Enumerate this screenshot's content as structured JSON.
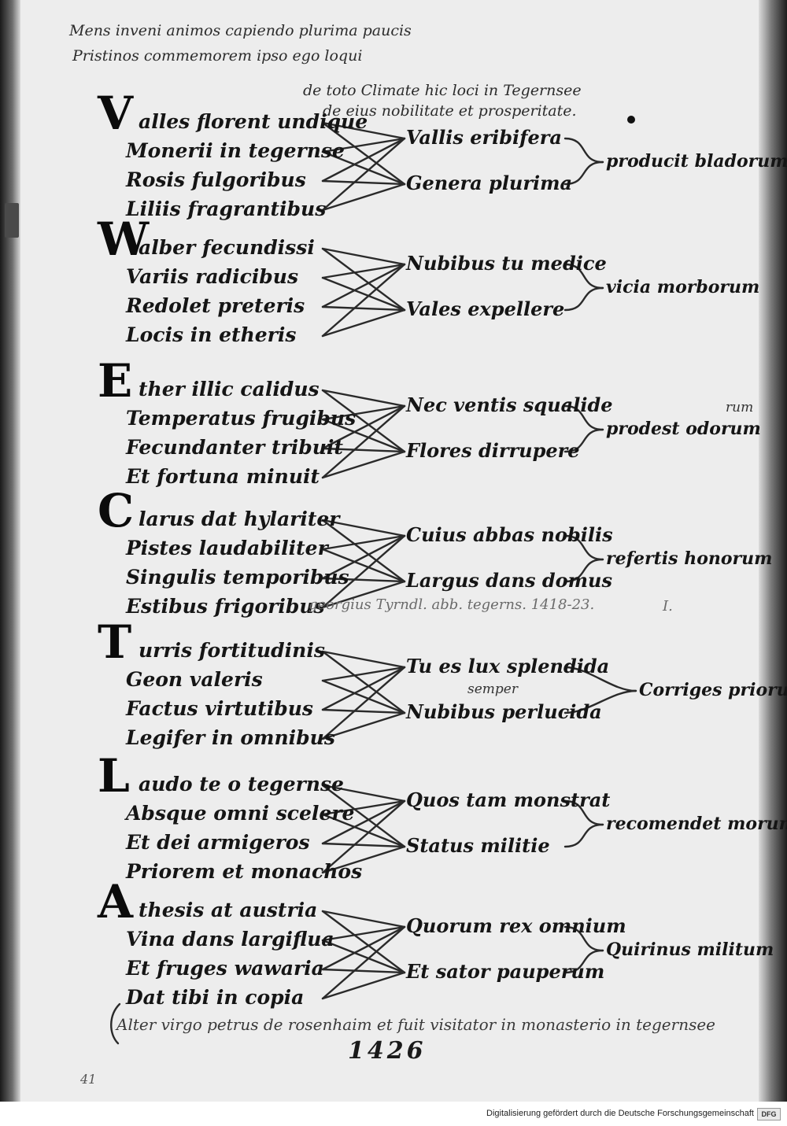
{
  "header": {
    "line1": "Mens inveni animos capiendo plurima paucis",
    "line2": "Pristinos commemorem ipso ego loqui",
    "line3": "de toto Climate hic loci in Tegernsee",
    "line4": "de eius nobilitate et prosperitate."
  },
  "stanzas": [
    {
      "initial": "V",
      "lines": [
        "alles florent undique",
        "Monerii in tegernse",
        "Rosis fulgoribus",
        "Liliis fragrantibus"
      ],
      "middle": [
        "Vallis eribifera",
        "Genera plurima"
      ],
      "result": "producit bladorum"
    },
    {
      "initial": "W",
      "lines": [
        "alber fecundissi",
        "Variis radicibus",
        "Redolet preteris",
        "Locis in etheris"
      ],
      "middle": [
        "Nubibus tu medice",
        "Vales expellere"
      ],
      "result": "vicia morborum"
    },
    {
      "initial": "E",
      "lines": [
        "ther illic calidus",
        "Temperatus frugibus",
        "Fecundanter tribuit",
        "Et fortuna minuit"
      ],
      "middle": [
        "Nec ventis squalide",
        "Flores dirrupere"
      ],
      "result": "prodest odorum",
      "gloss": "rum"
    },
    {
      "initial": "C",
      "lines": [
        "larus dat hylariter",
        "Pistes laudabiliter",
        "Singulis temporibus",
        "Estibus frigoribus"
      ],
      "middle": [
        "Cuius abbas nobilis",
        "Largus dans domus"
      ],
      "result": "refertis honorum"
    },
    {
      "initial": "T",
      "lines": [
        "urris fortitudinis",
        "Geon valeris",
        "Factus virtutibus",
        "Legifer in omnibus"
      ],
      "middle": [
        "Tu es lux splendida",
        "Nubibus perlucida"
      ],
      "result": "Corriges priorum",
      "gloss": "semper"
    },
    {
      "initial": "L",
      "lines": [
        "audo te o tegernse",
        "Absque omni scelere",
        "Et dei armigeros",
        "Priorem et monachos"
      ],
      "middle": [
        "Quos tam monstrat",
        "Status militie"
      ],
      "result": "recomendet morum"
    },
    {
      "initial": "A",
      "lines": [
        "thesis at austria",
        "Vina dans largiflua",
        "Et fruges wawaria",
        "Dat tibi in copia"
      ],
      "middle": [
        "Quorum rex omnium",
        "Et sator pauperum"
      ],
      "result": "Quirinus militum"
    }
  ],
  "annotation": "georgius Tyrndl. abb. tegerns. 1418-23.",
  "annotation_mark": "I.",
  "colophon": "Alter virgo petrus de rosenhaim et fuit visitator in monasterio in tegernsee",
  "date": "1426",
  "margin_number": "41",
  "footer": {
    "credit": "Digitalisierung gefördert durch die Deutsche Forschungsgemeinschaft",
    "logo": "DFG"
  }
}
